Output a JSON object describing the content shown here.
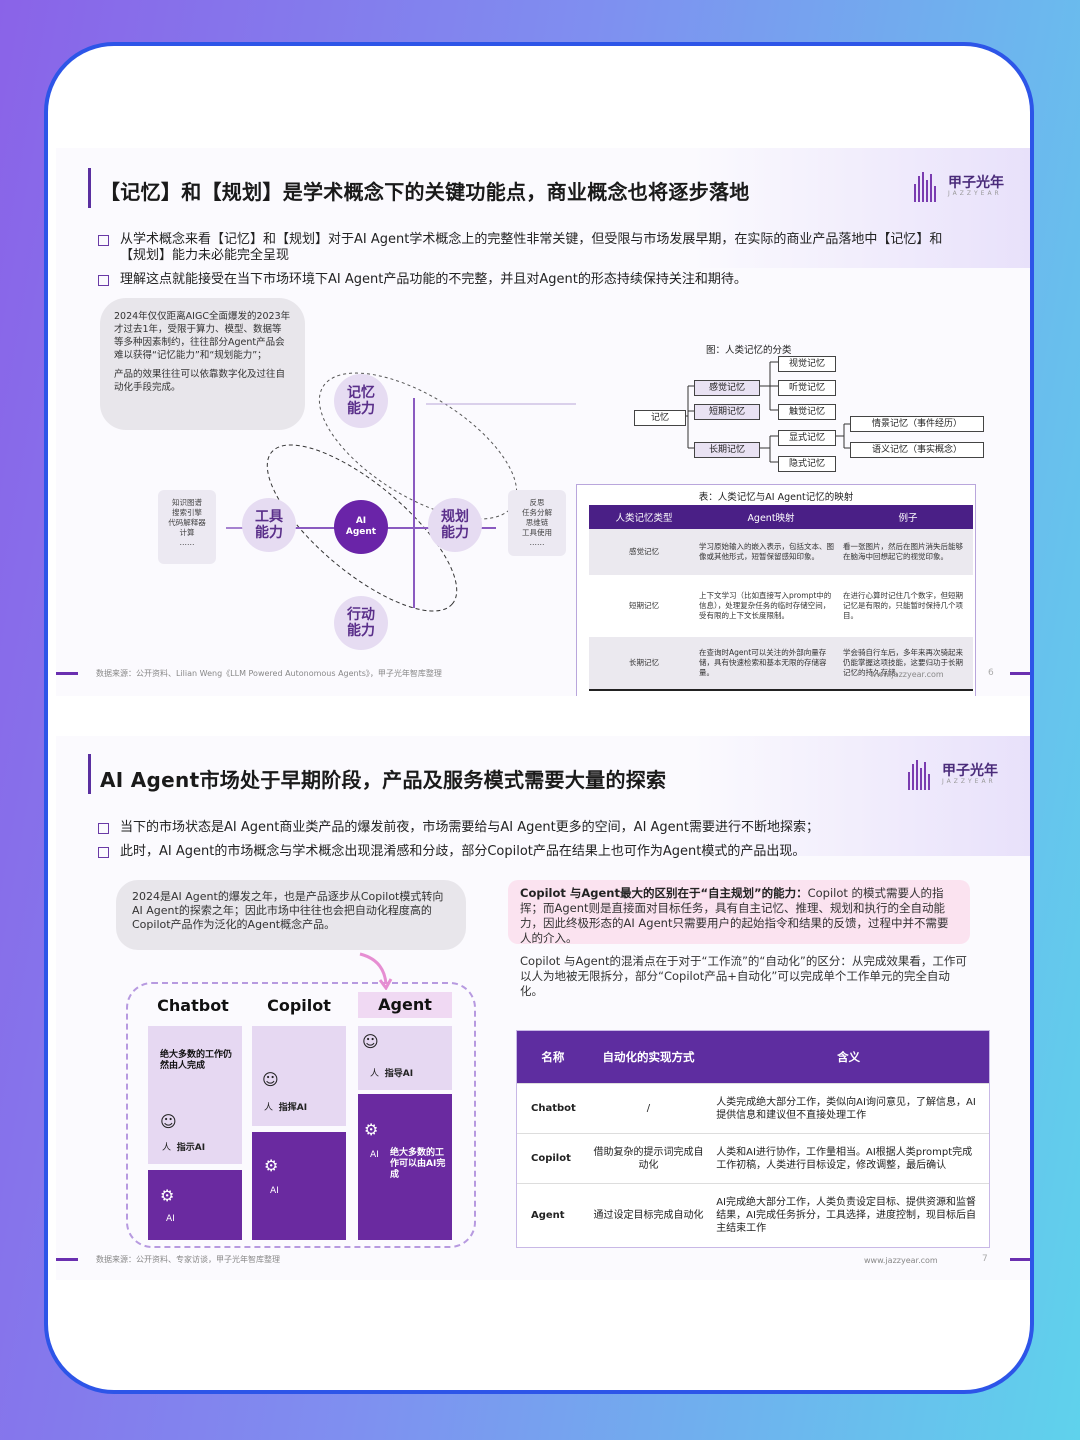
{
  "slide1": {
    "title": "【记忆】和【规划】是学术概念下的关键功能点，商业概念也将逐步落地",
    "logo": "甲子光年",
    "logo_sub": "JAZZYEAR",
    "bullets": [
      "从学术概念来看【记忆】和【规划】对于AI Agent学术概念上的完整性非常关键，但受限与市场发展早期，在实际的商业产品落地中【记忆】和【规划】能力未必能完全呈现",
      "理解这点就能接受在当下市场环境下AI Agent产品功能的不完整，并且对Agent的形态持续保持关注和期待。"
    ],
    "note": [
      "2024年仅仅距离AIGC全面爆发的2023年才过去1年，受限于算力、模型、数据等等多种因素制约，往往部分Agent产品会难以获得“记忆能力”和“规划能力”；",
      "产品的效果往往可以依靠数字化及过往自动化手段完成。"
    ],
    "circles": {
      "memory": "记忆\n能力",
      "tool": "工具\n能力",
      "ai": "AI\nAgent",
      "plan": "规划\n能力",
      "action": "行动\n能力"
    },
    "tool_box": "知识图谱\n搜索引擎\n代码解释器\n计算\n……",
    "plan_box": "反思\n任务分解\n思维链\n工具使用\n……",
    "figure_caption": "图：人类记忆的分类",
    "tree": {
      "root": "记忆",
      "sensory": "感觉记忆",
      "short": "短期记忆",
      "long": "长期记忆",
      "visual": "视觉记忆",
      "auditory": "听觉记忆",
      "tactile": "触觉记忆",
      "explicit": "显式记忆",
      "implicit": "隐式记忆",
      "episodic": "情景记忆（事件经历）",
      "semantic": "语义记忆（事实概念）"
    },
    "table_caption": "表：人类记忆与AI Agent记忆的映射",
    "table_headers": [
      "人类记忆类型",
      "Agent映射",
      "例子"
    ],
    "table_rows": [
      [
        "感觉记忆",
        "学习原始输入的嵌入表示，包括文本、图像或其他形式，短暂保留感知印象。",
        "看一张图片，然后在图片消失后能够在脑海中回想起它的视觉印象。"
      ],
      [
        "短期记忆",
        "上下文学习（比如直接写入prompt中的信息），处理复杂任务的临时存储空间，受有限的上下文长度限制。",
        "在进行心算时记住几个数字，但短期记忆是有限的，只能暂时保持几个项目。"
      ],
      [
        "长期记忆",
        "在查询时Agent可以关注的外部向量存储，具有快速检索和基本无限的存储容量。",
        "学会骑自行车后，多年来再次骑起来仍能掌握这项技能，这要归功于长期记忆的持久存储。"
      ]
    ],
    "source": "数据来源：公开资料、Lilian Weng《LLM Powered Autonomous Agents》，甲子光年智库整理",
    "url": "www.jazzyear.com",
    "page": "6"
  },
  "slide2": {
    "title": "AI Agent市场处于早期阶段，产品及服务模式需要大量的探索",
    "logo": "甲子光年",
    "logo_sub": "JAZZYEAR",
    "bullets": [
      "当下的市场状态是AI Agent商业类产品的爆发前夜，市场需要给与AI Agent更多的空间，AI Agent需要进行不断地探索；",
      "此时，AI Agent的市场概念与学术概念出现混淆感和分歧，部分Copilot产品在结果上也可作为Agent模式的产品出现。"
    ],
    "note": "2024是AI Agent的爆发之年，也是产品逐步从Copilot模式转向AI Agent的探索之年；因此市场中往往也会把自动化程度高的Copilot产品作为泛化的Agent概念产品。",
    "pink_bold": "Copilot 与Agent最大的区别在于“自主规划”的能力：",
    "pink_rest": "Copilot 的模式需要人的指挥；而Agent则是直接面对目标任务，具有自主记忆、推理、规划和执行的全自动能力，因此终极形态的AI Agent只需要用户的起始指令和结果的反馈，过程中并不需要人的介入。",
    "plain": "Copilot 与Agent的混淆点在于对于“工作流”的“自动化”的区分：从完成效果看，工作可以人为地被无限拆分，部分“Copilot产品+自动化”可以完成单个工作单元的完全自动化。",
    "columns": [
      "Chatbot",
      "Copilot",
      "Agent"
    ],
    "chatbot_text": "绝大多数的工作仍然由人完成",
    "agent_text": "绝大多数的工作可以由AI完成",
    "human": "人",
    "ai": "AI",
    "direct": "指示AI",
    "command": "指挥AI",
    "guide": "指导AI",
    "table_headers": [
      "名称",
      "自动化的实现方式",
      "含义"
    ],
    "table_rows": [
      [
        "Chatbot",
        "/",
        "人类完成绝大部分工作，类似向AI询问意见，了解信息，AI提供信息和建议但不直接处理工作"
      ],
      [
        "Copilot",
        "借助复杂的提示词完成自动化",
        "人类和AI进行协作，工作量相当。AI根据人类prompt完成工作初稿，人类进行目标设定，修改调整，最后确认"
      ],
      [
        "Agent",
        "通过设定目标完成自动化",
        "AI完成绝大部分工作，人类负责设定目标、提供资源和监督结果，AI完成任务拆分，工具选择，进度控制，现目标后自主结束工作"
      ]
    ],
    "source": "数据来源：公开资料、专家访谈，甲子光年智库整理",
    "url": "www.jazzyear.com",
    "page": "7"
  },
  "colors": {
    "frame": "#2d55e8",
    "accent": "#6a24a8",
    "pink": "#fbe3f0"
  }
}
